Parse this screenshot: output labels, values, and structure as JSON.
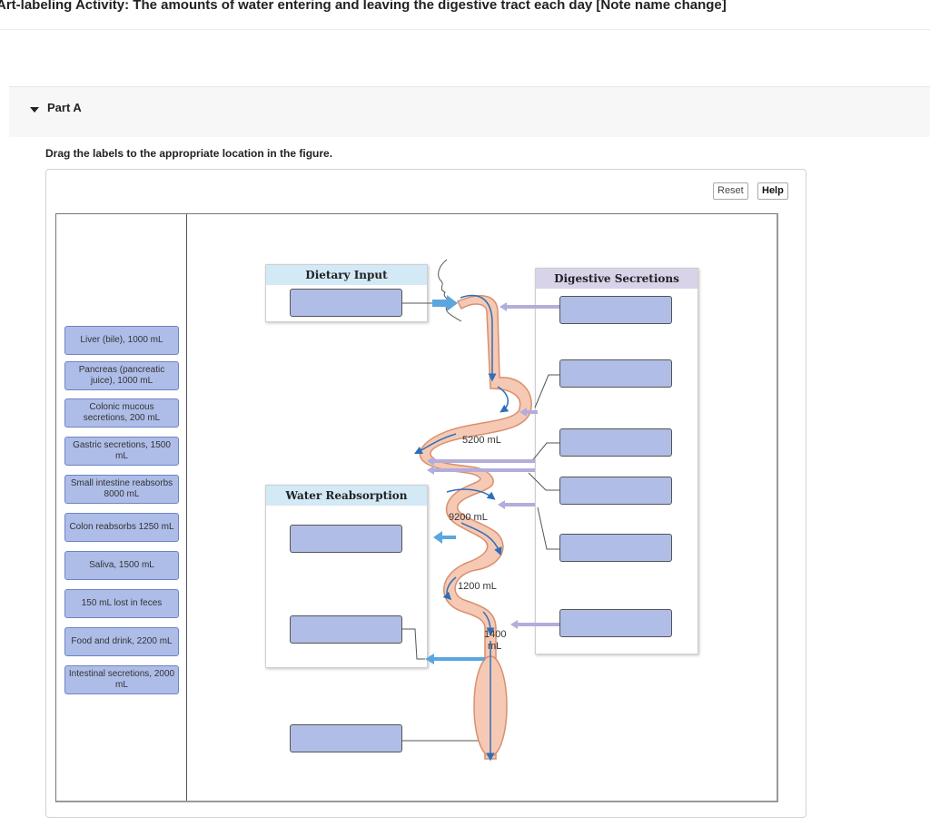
{
  "page": {
    "title": "Art-labeling Activity: The amounts of water entering and leaving the digestive tract each day [Note name change]"
  },
  "part": {
    "label": "Part A",
    "expanded": true
  },
  "instruction": "Drag the labels to the appropriate location in the figure.",
  "controls": {
    "reset_label": "Reset",
    "help_label": "Help"
  },
  "label_bank": [
    "Liver (bile), 1000 mL",
    "Pancreas (pancreatic juice), 1000 mL",
    "Colonic mucous secretions, 200 mL",
    "Gastric secretions, 1500 mL",
    "Small intestine reabsorbs 8000 mL",
    "Colon reabsorbs 1250 mL",
    "Saliva, 1500 mL",
    "150 mL lost in feces",
    "Food and drink, 2200 mL",
    "Intestinal secretions, 2000 mL"
  ],
  "panels": {
    "dietary_input": "Dietary Input",
    "digestive_secretions": "Digestive Secretions",
    "water_reabsorption": "Water Reabsorption"
  },
  "volumes": {
    "after_stomach": "5200 mL",
    "small_intestine": "9200 mL",
    "after_small_intestine": "1200 mL",
    "colon_top": "1400",
    "colon_unit": "mL"
  },
  "colors": {
    "drop_zone": "#b0bde6",
    "label_fill": "#aebde8",
    "inflow_arrow": "#5aa7e0",
    "secretion_arrow": "#b3addb",
    "tract_fill": "#f5c9b4",
    "tract_outline": "#d98f6f",
    "flow_arrow": "#2f6fb8"
  },
  "icons": {
    "part_toggle": "triangle-down-icon",
    "face": "face-profile-icon"
  }
}
